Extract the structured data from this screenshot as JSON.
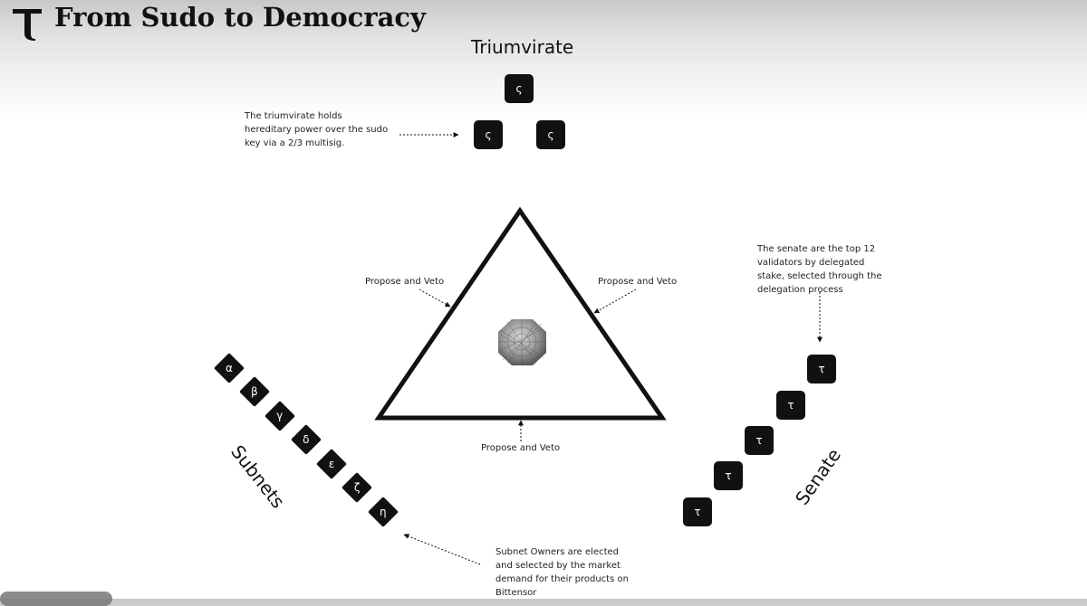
{
  "header": {
    "title": "From Sudo to Democracy",
    "logo_icon": "tau-logo-icon"
  },
  "triumvirate": {
    "heading": "Triumvirate",
    "note": "The triumvirate holds hereditary power over the sudo key via a 2/3 multisig.",
    "members": [
      "ς",
      "ς",
      "ς"
    ]
  },
  "edges": {
    "left": "Propose and Veto",
    "right": "Propose and Veto",
    "bottom": "Propose and Veto"
  },
  "senate": {
    "heading": "Senate",
    "note": "The senate are the top 12 validators by delegated stake, selected through the delegation process",
    "members": [
      "τ",
      "τ",
      "τ",
      "τ",
      "τ"
    ]
  },
  "subnets": {
    "heading": "Subnets",
    "note": "Subnet Owners are elected and selected by the market demand for their products on Bittensor",
    "members": [
      "α",
      "β",
      "γ",
      "δ",
      "ε",
      "ζ",
      "η"
    ]
  },
  "colors": {
    "tile": "#111111",
    "tile_text": "#ffffff",
    "stroke": "#111111"
  }
}
